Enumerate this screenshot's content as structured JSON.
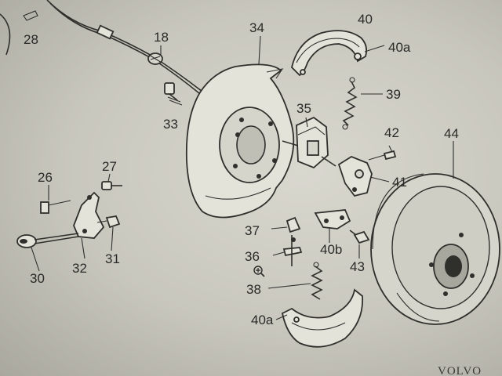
{
  "labels": {
    "p28": "28",
    "p18": "18",
    "p34": "34",
    "p40": "40",
    "p40a_top": "40a",
    "p39": "39",
    "p33": "33",
    "p35": "35",
    "p42": "42",
    "p44": "44",
    "p26": "26",
    "p27": "27",
    "p41": "41",
    "p37": "37",
    "p40b": "40b",
    "p43": "43",
    "p36": "36",
    "p38": "38",
    "p30": "30",
    "p32": "32",
    "p31": "31",
    "p40a_bottom": "40a"
  },
  "brand": "VOLVO"
}
